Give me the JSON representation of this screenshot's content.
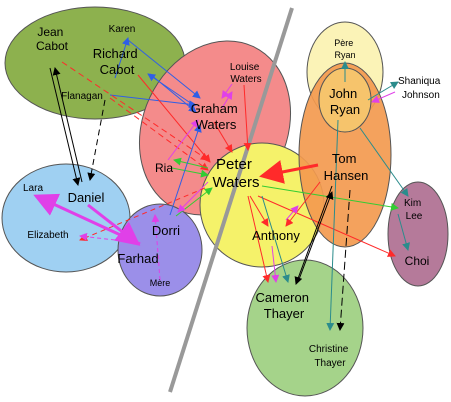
{
  "nodes": {
    "jean_cabot": [
      "Jean",
      "Cabot"
    ],
    "karen": "Karen",
    "richard_cabot": [
      "Richard",
      "Cabot"
    ],
    "flanagan": "Flanagan",
    "louise_waters": [
      "Louise",
      "Waters"
    ],
    "graham_waters": [
      "Graham",
      "Waters"
    ],
    "pere_ryan": [
      "Père",
      "Ryan"
    ],
    "john_ryan": [
      "John",
      "Ryan"
    ],
    "shaniqua_johnson": [
      "Shaniqua",
      "Johnson"
    ],
    "ria": "Ria",
    "peter_waters": [
      "Peter",
      "Waters"
    ],
    "tom_hansen": [
      "Tom",
      "Hansen"
    ],
    "lara": "Lara",
    "daniel": "Daniel",
    "kim_lee": [
      "Kim",
      "Lee"
    ],
    "elizabeth": "Elizabeth",
    "dorri": "Dorri",
    "anthony": "Anthony",
    "farhad": "Farhad",
    "choi": "Choi",
    "mere": "Mère",
    "cameron_thayer": [
      "Cameron",
      "Thayer"
    ],
    "christine_thayer": [
      "Christine",
      "Thayer"
    ]
  },
  "colors": {
    "cabot_group": "#8db14e",
    "waters_group": "#f48b8b",
    "peter_group": "#f5f26a",
    "ryan_outer": "#fbf3b7",
    "ryan_inner": "#f6c46c",
    "hansen_group": "#f39a4f",
    "left_group": "#9fd0f2",
    "mere_group": "#9b8fe9",
    "choi_group": "#b57a9a",
    "thayer_group": "#a5d38a",
    "divider": "#999999",
    "arrow_red": "#ff2a2a",
    "arrow_blue": "#2f5fe6",
    "arrow_green": "#33cc33",
    "arrow_magenta": "#e040e8",
    "arrow_teal": "#2b8c8c",
    "arrow_black": "#000000"
  }
}
